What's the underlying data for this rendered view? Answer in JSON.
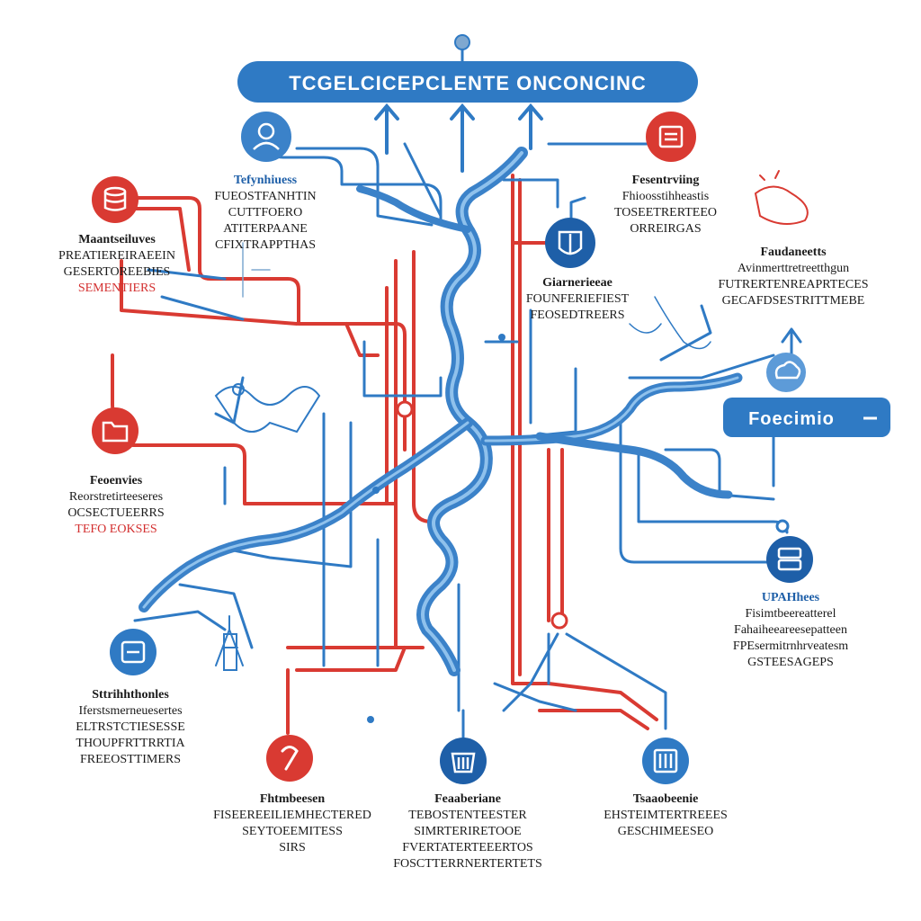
{
  "title_pill": {
    "text": "TCGELCICEPCLENTE ONCONCINC"
  },
  "side_pill": {
    "text": "Foecimio"
  },
  "colors": {
    "blue": "#2f7ac4",
    "blue_dark": "#1e5fa8",
    "red": "#d93a32",
    "text": "#1a1a1a"
  },
  "nodes": [
    {
      "id": "n1",
      "icon": "gear-person-icon",
      "color": "blue"
    },
    {
      "id": "n2",
      "icon": "document-icon",
      "color": "red"
    },
    {
      "id": "n3",
      "icon": "database-icon",
      "color": "red"
    },
    {
      "id": "n4",
      "icon": "shield-icon",
      "color": "blue"
    },
    {
      "id": "n5",
      "icon": "folder-icon",
      "color": "red"
    },
    {
      "id": "n6",
      "icon": "cloud-icon",
      "color": "blue"
    },
    {
      "id": "n7",
      "icon": "server-icon",
      "color": "blue"
    },
    {
      "id": "n8",
      "icon": "wrench-icon",
      "color": "red"
    },
    {
      "id": "n9",
      "icon": "building-icon",
      "color": "blue"
    },
    {
      "id": "n10",
      "icon": "chip-icon",
      "color": "blue"
    }
  ],
  "labels": {
    "top_left": [
      "Tefynhiuess",
      "FUEOSTFANHTIN",
      "CUTTFOERO",
      "ATITERPAANE",
      "CFIXTRAPPTHAS"
    ],
    "left_upper": [
      "Maantseiluves",
      "PREATIEREIRAEEIN",
      "GESERTOREEBIES",
      "SEMENTIERS"
    ],
    "top_right": [
      "Fesentrviing",
      "Fhioosstihheastis",
      "TOSEETRERTEEO",
      "ORREIRGAS"
    ],
    "center_right": [
      "Giarnerieeae",
      "FOUNFERIEFIEST",
      "FEOSEDTREERS"
    ],
    "right_upper": [
      "Faudaneetts",
      "Avinmerttretreetthgun",
      "FUTRERTENREAPRTECES",
      "GECAFDSESTRITTMEBE"
    ],
    "left_mid": [
      "Feoenvies",
      "Reorstretirteeseres",
      "OCSECTUEERRS",
      "TEFO EOKSES"
    ],
    "right_lower": [
      "UPAHhees",
      "Fisimtbeereatterel",
      "Fahaiheeareesepatteen",
      "FPEsermitrnhrveatesm",
      "GSTEESAGEPS"
    ],
    "left_lower": [
      "Sttrihhthonles",
      "Iferstsmerneuesertes",
      "ELTRSTCTIESESSE",
      "THOUPFRTTRRTIA",
      "FREEOSTTIMERS"
    ]
  },
  "labels_bottom": {
    "left": [
      "Fhtmbeesen",
      "FISEEREEILIEMHECTERED",
      "SEYTOEEMITESS",
      "SIRS"
    ],
    "center": [
      "Feaaberiane",
      "TEBOSTENTEESTER",
      "SIMRTERIRETOOE",
      "FVERTATERTEEERTOS",
      "FOSCTTERRNERTERTETS"
    ],
    "right": [
      "Tsaaobeenie",
      "EHSTEIMTERTREEES",
      "GESCHIMEESEO"
    ]
  }
}
